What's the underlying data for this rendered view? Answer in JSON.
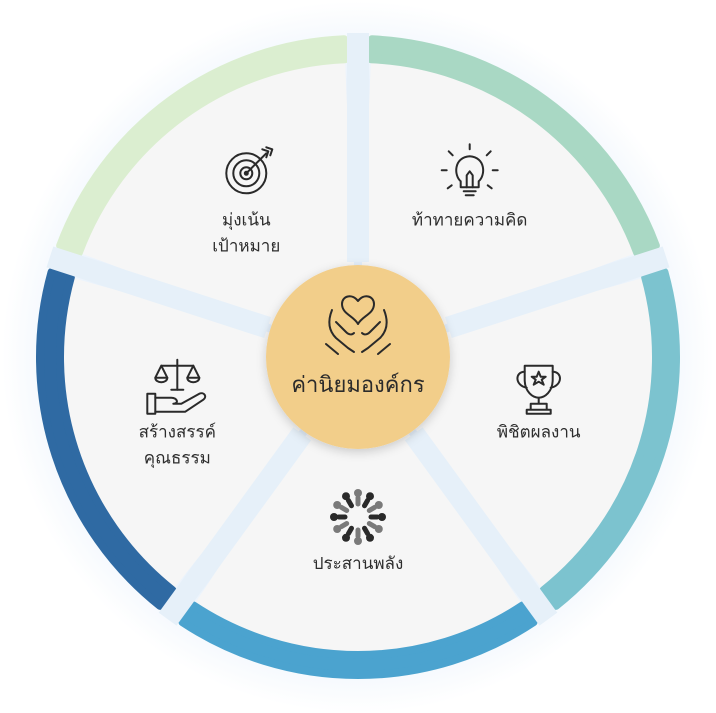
{
  "center": {
    "label": "ค่านิยมองค์กร",
    "icon": "heart-in-hands-icon",
    "color": "#f2ce8a"
  },
  "segments": [
    {
      "id": "target",
      "lines": [
        "มุ่งเน้น",
        "เป้าหมาย"
      ],
      "icon": "target-arrow-icon",
      "ring_color": "#dbeed0"
    },
    {
      "id": "ideas",
      "lines": [
        "ท้าทายความคิด"
      ],
      "icon": "lightbulb-icon",
      "ring_color": "#a9d8c4"
    },
    {
      "id": "achieve",
      "lines": [
        "พิชิตผลงาน"
      ],
      "icon": "trophy-icon",
      "ring_color": "#7cc3cf"
    },
    {
      "id": "synergy",
      "lines": [
        "ประสานพลัง"
      ],
      "icon": "people-circle-icon",
      "ring_color": "#4ba3cf"
    },
    {
      "id": "ethics",
      "lines": [
        "สร้างสรรค์",
        "คุณธรรม"
      ],
      "icon": "scales-hand-icon",
      "ring_color": "#2f6aa3"
    }
  ],
  "colors": {
    "background_glow": "#e8f1fb",
    "panel": "#f6f6f6",
    "gap": "#e6f0f9"
  }
}
